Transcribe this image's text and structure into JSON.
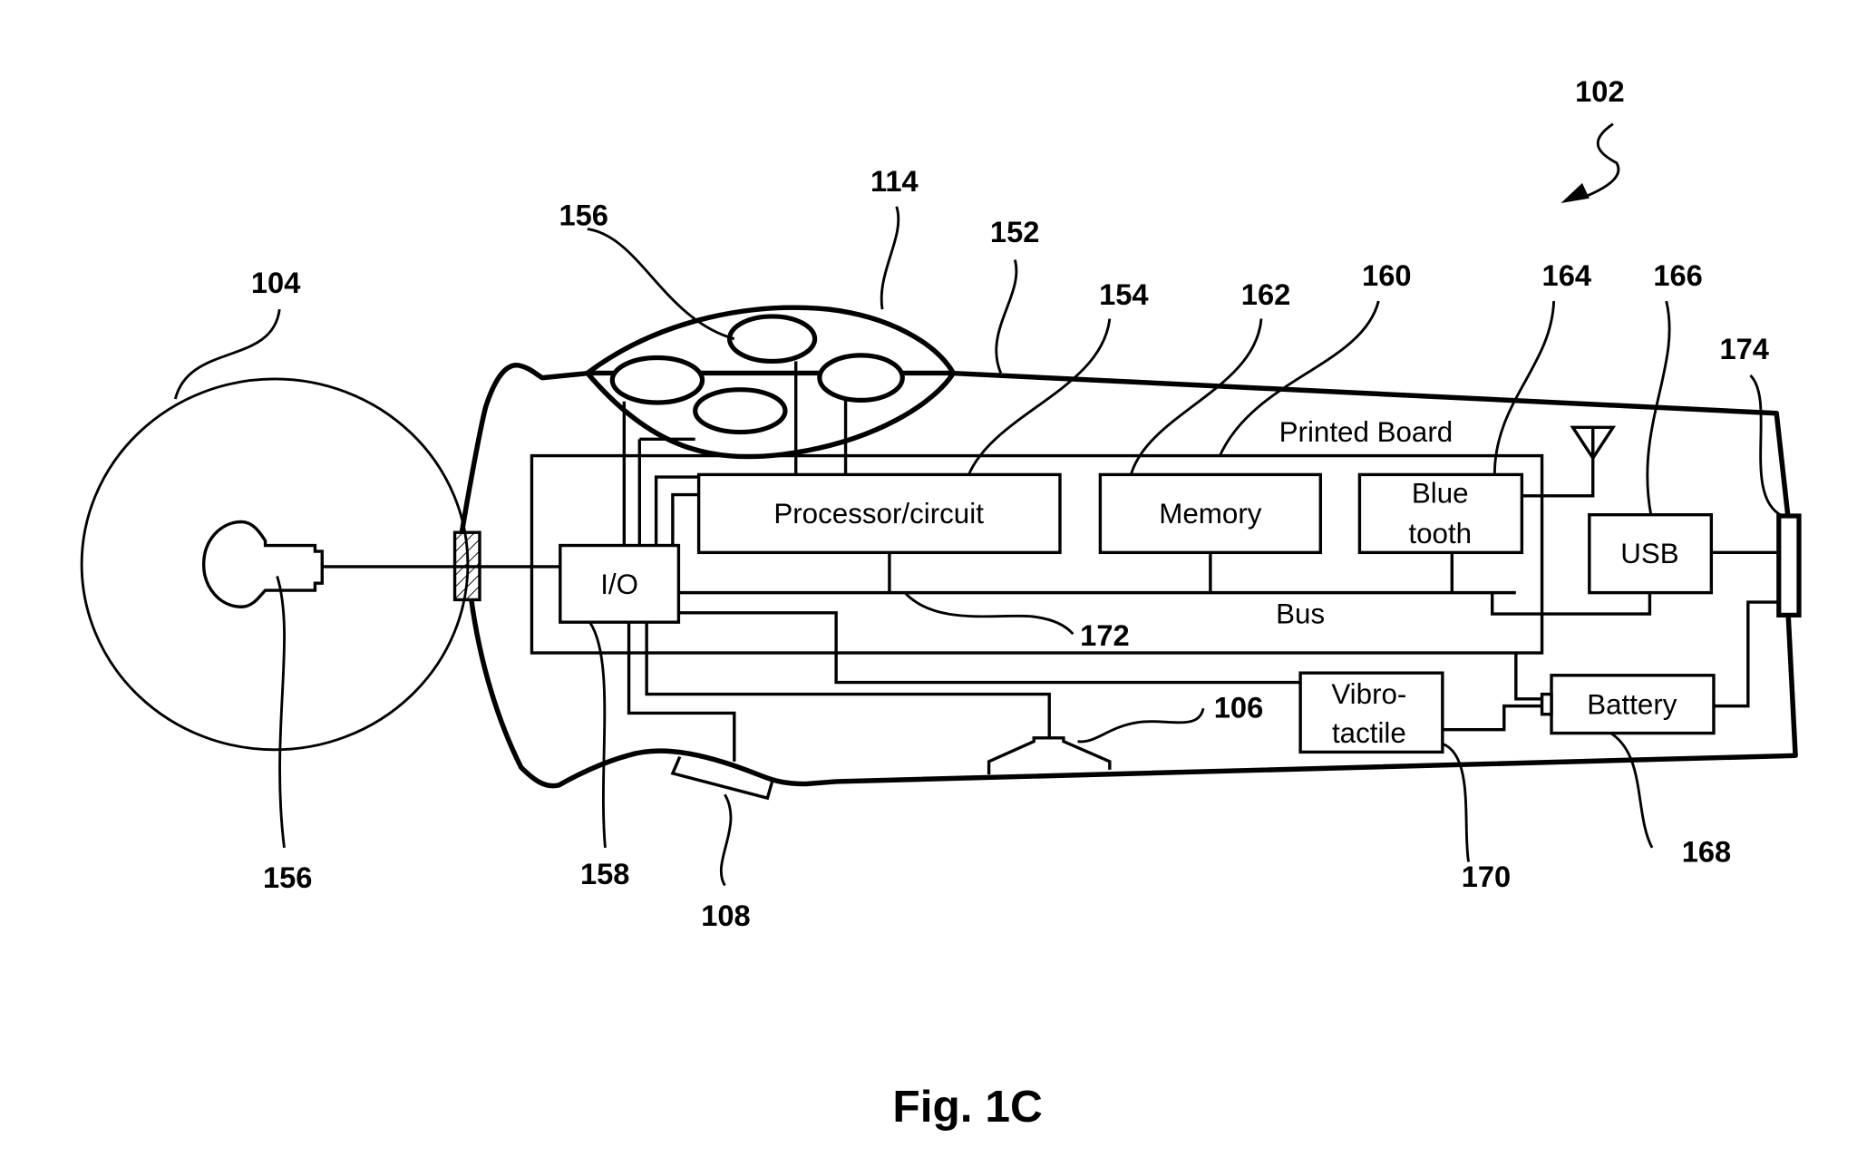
{
  "figure": {
    "caption": "Fig. 1C",
    "stroke_color": "#000000",
    "background_color": "#ffffff"
  },
  "components": {
    "printed_board": "Printed Board",
    "processor": "Processor/circuit",
    "memory": "Memory",
    "bluetooth_line1": "Blue",
    "bluetooth_line2": "tooth",
    "usb": "USB",
    "io": "I/O",
    "bus": "Bus",
    "vibro_line1": "Vibro-",
    "vibro_line2": "tactile",
    "battery": "Battery"
  },
  "reference_numerals": {
    "device": "102",
    "ring": "104",
    "speaker": "106",
    "sensor": "108",
    "top_pad": "114",
    "housing": "152",
    "processor": "154",
    "electrodes_top": "156",
    "electrode_ring": "156",
    "io": "158",
    "board": "160",
    "memory": "162",
    "bluetooth": "164",
    "usb": "166",
    "battery": "168",
    "vibrotactile": "170",
    "bus": "172",
    "port": "174"
  }
}
